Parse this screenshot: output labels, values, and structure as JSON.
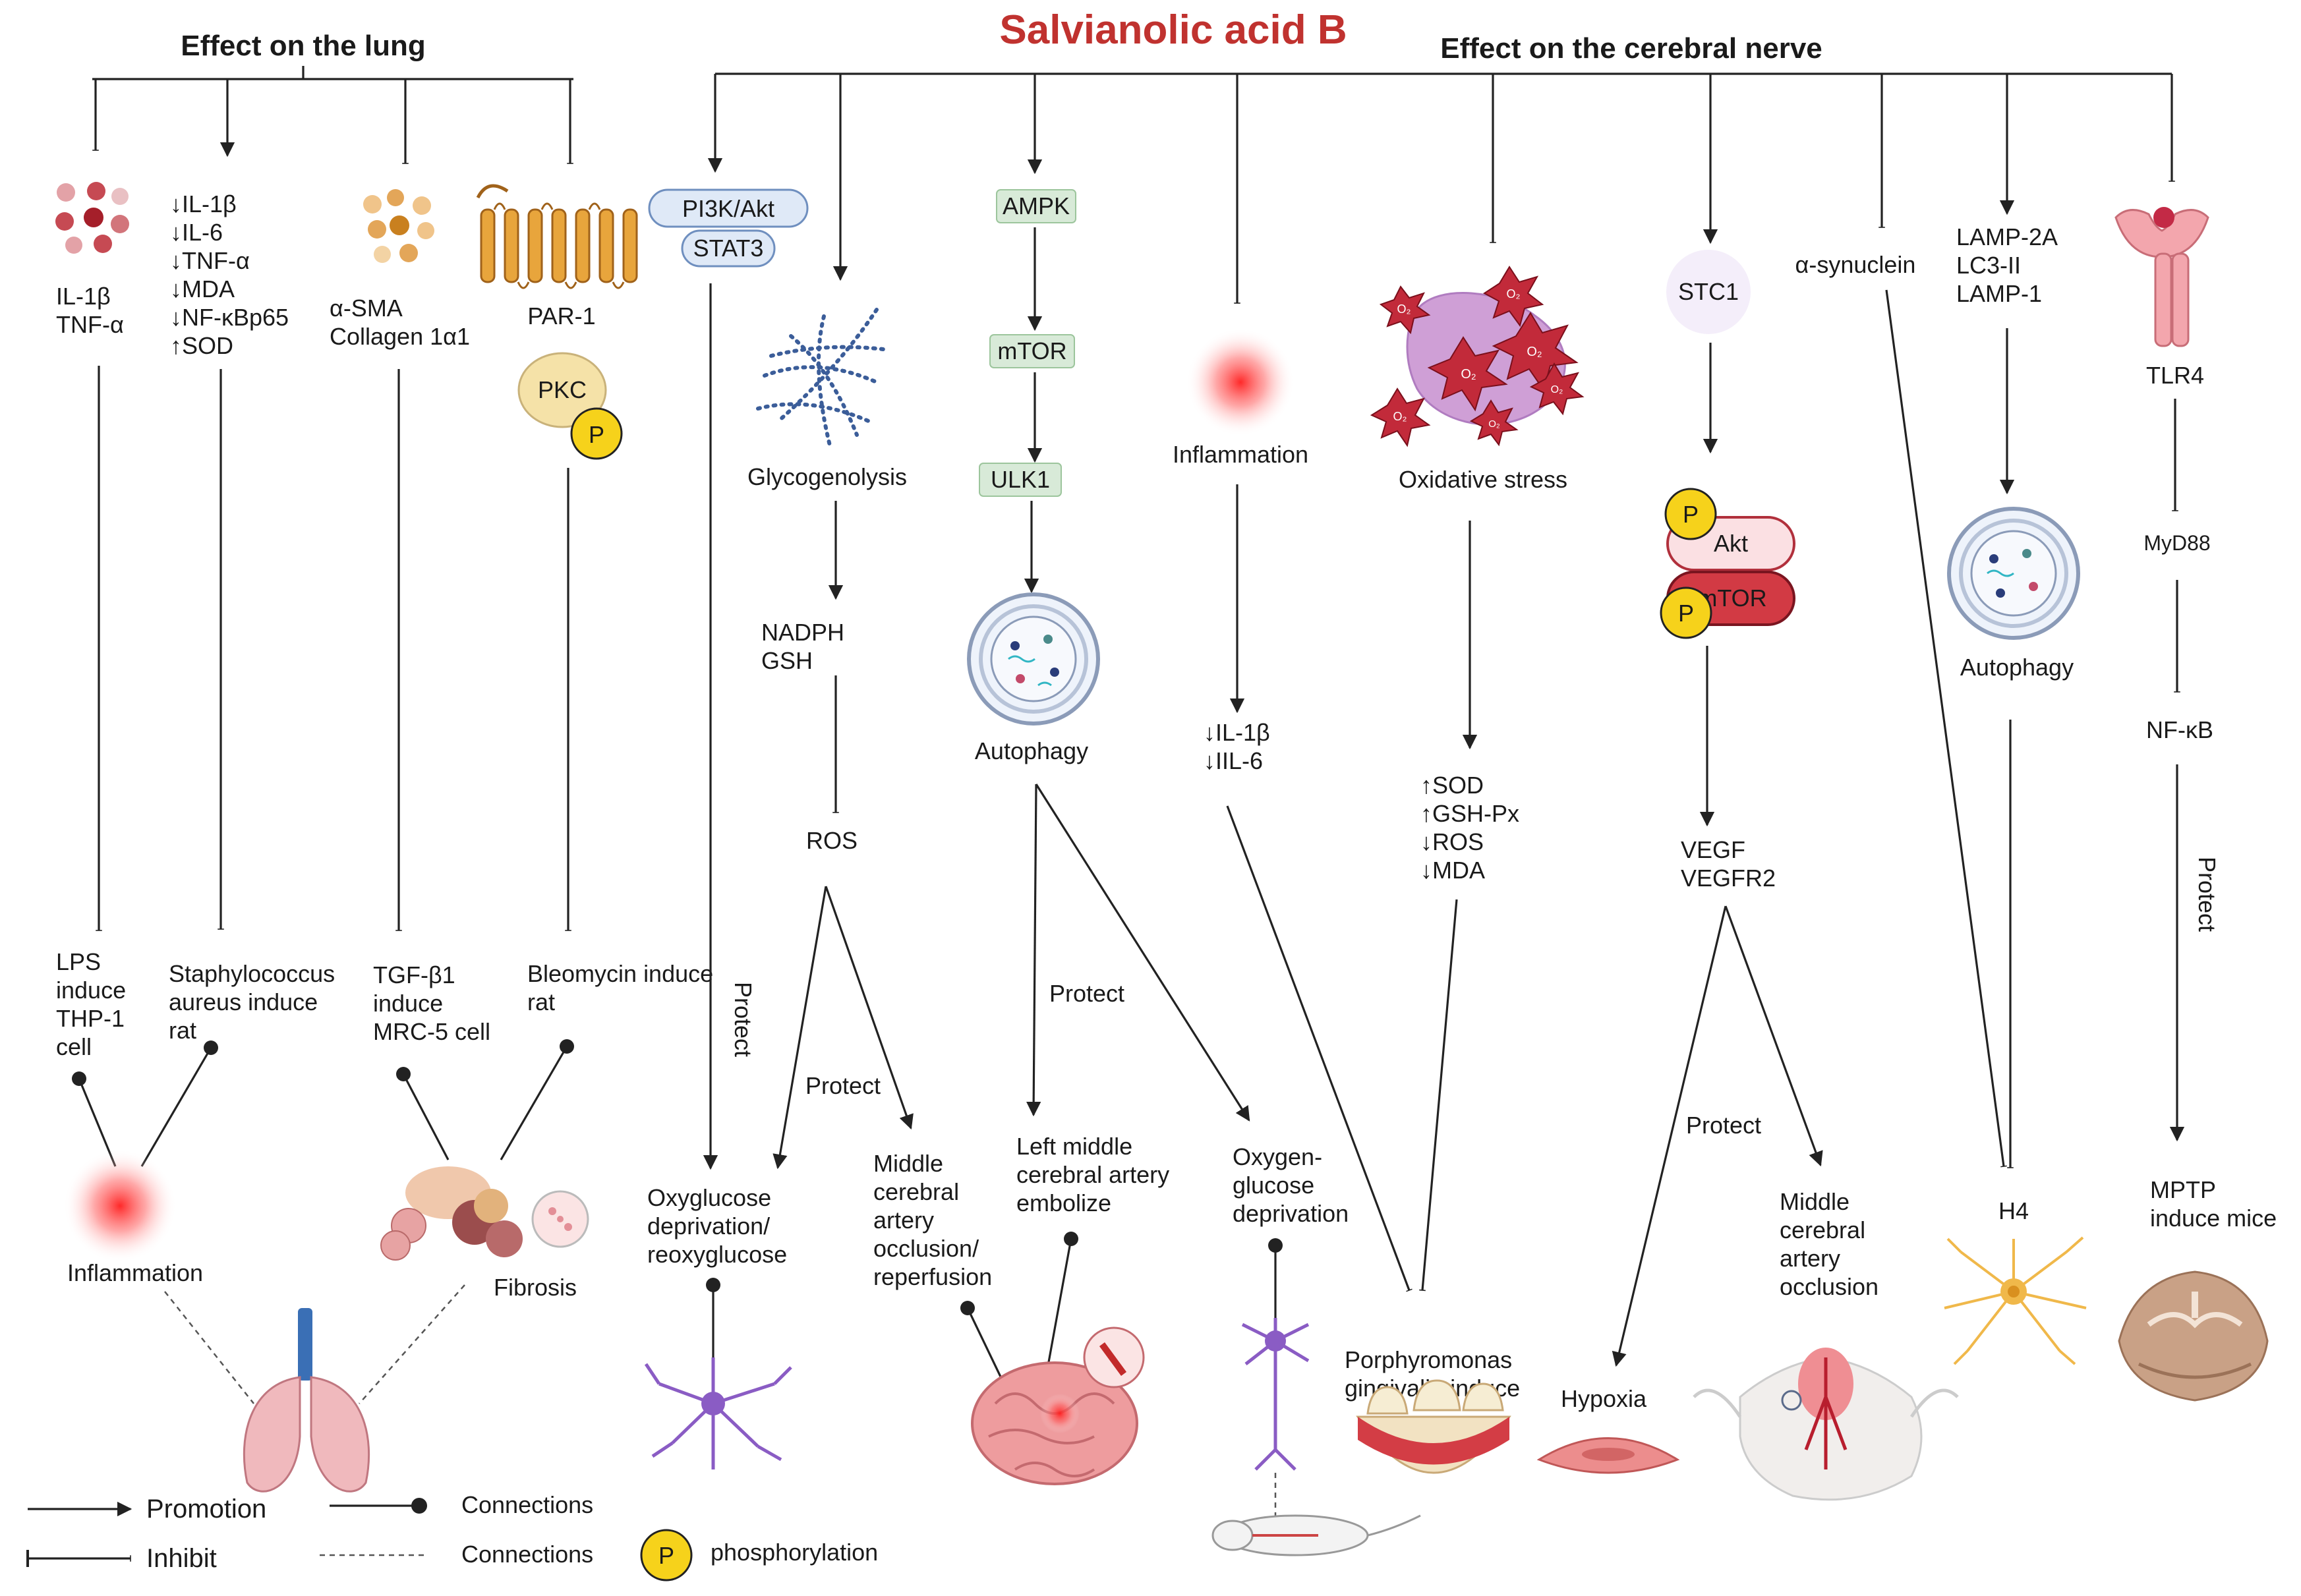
{
  "title": "Salvianolic acid B",
  "sections": {
    "lung": "Effect on the lung",
    "nerve": "Effect on the cerebral nerve"
  },
  "lung": {
    "col1": {
      "targets": [
        "IL-1β",
        "TNF-α"
      ],
      "model": [
        "LPS",
        "induce",
        "THP-1",
        "cell"
      ]
    },
    "col2": {
      "targets": [
        "↓IL-1β",
        "↓IL-6",
        "↓TNF-α",
        "↓MDA",
        "↓NF-κBp65",
        "↑SOD"
      ],
      "model": [
        "Staphylococcus",
        "aureus induce",
        "rat"
      ]
    },
    "col3": {
      "targets": [
        "α-SMA",
        "Collagen 1α1"
      ],
      "model": [
        "TGF-β1",
        "induce",
        "MRC-5 cell"
      ]
    },
    "col4": {
      "target": "PAR-1",
      "kinase": "PKC",
      "model": [
        "Bleomycin induce",
        "rat"
      ]
    },
    "outcome_inflammation": "Inflammation",
    "outcome_fibrosis": "Fibrosis"
  },
  "nerve": {
    "pi3k": {
      "line1": "PI3K/Akt",
      "line2": "STAT3",
      "protect": "Protect",
      "model": [
        "Oxyglucose",
        "deprivation/",
        "reoxyglucose"
      ]
    },
    "glyco": {
      "label": "Glycogenolysis",
      "mid": [
        "NADPH",
        "GSH"
      ],
      "ros": "ROS",
      "protect": "Protect",
      "model": [
        "Middle",
        "cerebral",
        "artery",
        "occlusion/",
        "reperfusion"
      ]
    },
    "ampk": {
      "ampk": "AMPK",
      "mtor": "mTOR",
      "ulk1": "ULK1",
      "autophagy": "Autophagy",
      "protect": "Protect",
      "model_left": [
        "Left middle",
        "cerebral artery",
        "embolize"
      ],
      "model_right": [
        "Oxygen-",
        "glucose",
        "deprivation"
      ]
    },
    "inflam": {
      "label": "Inflammation",
      "markers": [
        "↓IL-1β",
        "↓IIL-6"
      ]
    },
    "oxidative": {
      "label": "Oxidative stress",
      "markers": [
        "↑SOD",
        "↑GSH-Px",
        "↓ROS",
        "↓MDA"
      ],
      "o2": "O₂",
      "model": [
        "Porphyromonas",
        "gingivalis-induce"
      ]
    },
    "stc1": {
      "label": "STC1",
      "akt": "Akt",
      "mtor": "mTOR",
      "vegf": [
        "VEGF",
        "VEGFR2"
      ],
      "protect": "Protect",
      "hypoxia": "Hypoxia",
      "model": [
        "Middle",
        "cerebral",
        "artery",
        "occlusion"
      ]
    },
    "synuclein": {
      "label": "α-synuclein"
    },
    "lamp": {
      "markers": [
        "LAMP-2A",
        "LC3-II",
        "LAMP-1"
      ],
      "autophagy": "Autophagy",
      "model": "H4"
    },
    "tlr4": {
      "label": "TLR4",
      "myd88": "MyD88",
      "nfkb": "NF-κB",
      "protect": "Protect",
      "model": [
        "MPTP",
        "induce mice"
      ]
    }
  },
  "legend": {
    "promotion": "Promotion",
    "inhibit": "Inhibit",
    "connections_solid": "Connections",
    "connections_dashed": "Connections",
    "phosphorylation": "phosphorylation",
    "p_symbol": "P"
  },
  "colors": {
    "title": "#c0322f",
    "pathway_box_green": "#d8ead8",
    "pathway_box_blue": "#dfe9f7",
    "phospho_yellow": "#f6d21b",
    "akt_pink": "#fbe0e3",
    "mtor_red": "#d23a44",
    "inflammation_red": "#ff2a2a"
  }
}
